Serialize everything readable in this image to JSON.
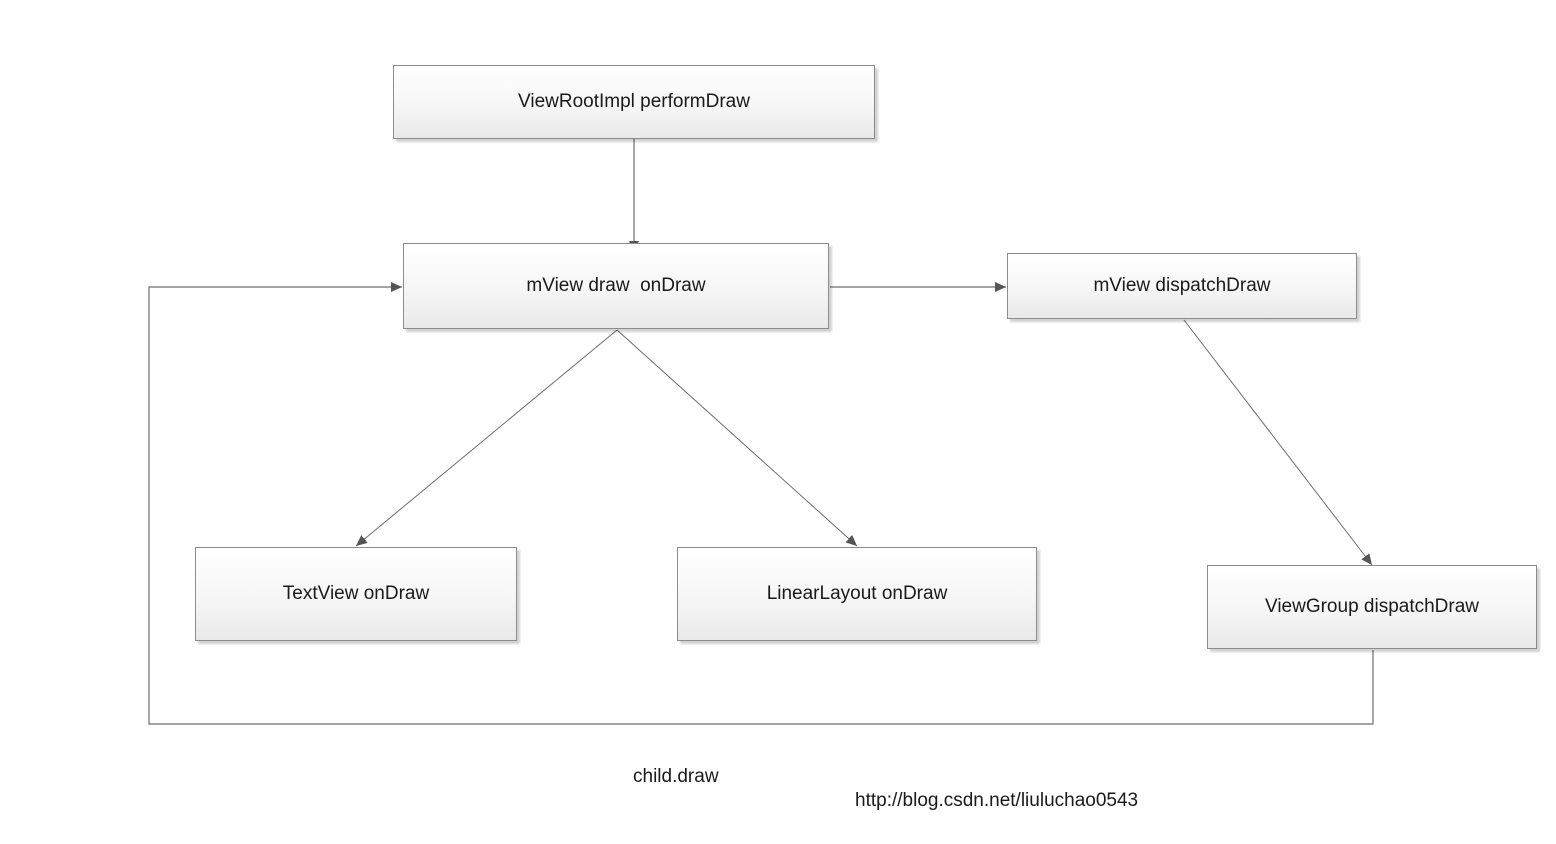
{
  "nodes": {
    "perform_draw": "ViewRootImpl performDraw",
    "mview_draw": "mView draw  onDraw",
    "mview_dispatch": "mView dispatchDraw",
    "textview": "TextView onDraw",
    "linearlayout": "LinearLayout onDraw",
    "viewgroup_dispatch": "ViewGroup dispatchDraw"
  },
  "loop_label": "child.draw",
  "watermark": "http://blog.csdn.net/liuluchao0543",
  "colors": {
    "line": "#6e6e6e",
    "arrow": "#555555",
    "border": "#8c8c8c"
  }
}
